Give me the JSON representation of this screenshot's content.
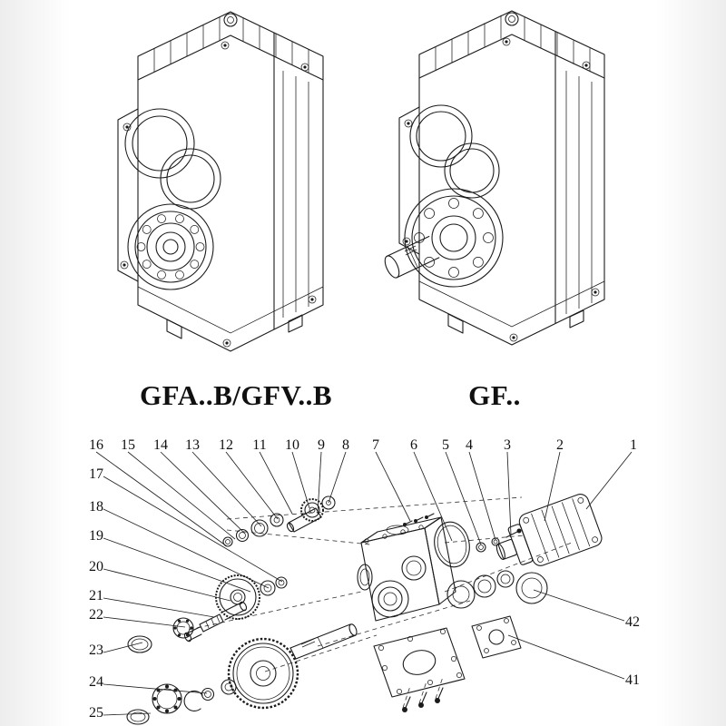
{
  "captions": {
    "left": "GFA..B/GFV..B",
    "right": "GF.."
  },
  "exploded": {
    "top": [
      "16",
      "15",
      "14",
      "13",
      "12",
      "11",
      "10",
      "9",
      "8",
      "7",
      "6",
      "5",
      "4",
      "3",
      "2",
      "1"
    ],
    "left": [
      "17",
      "18",
      "19",
      "20",
      "21",
      "22",
      "23",
      "24",
      "25"
    ],
    "right": [
      "42",
      "41"
    ]
  },
  "style": {
    "ink": "#1b1b1b",
    "paper": "#ffffff"
  }
}
